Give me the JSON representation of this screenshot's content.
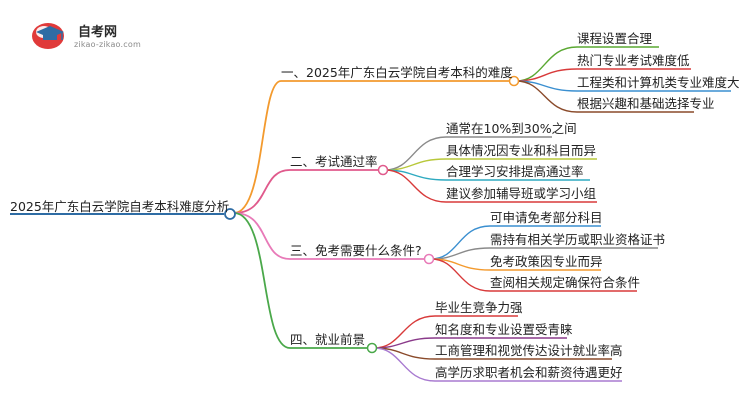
{
  "logo": {
    "name": "自考网",
    "url": "zikao-zikao.com",
    "icon": "graduation-cap-icon"
  },
  "root": {
    "label": "2025年广东白云学院自考本科难度分析",
    "color": "#2e6ca4"
  },
  "branches": [
    {
      "label": "一、2025年广东白云学院自考本科的难度",
      "color": "#f39a2e",
      "children": [
        {
          "label": "课程设置合理",
          "color": "#5aa832"
        },
        {
          "label": "热门专业考试难度低",
          "color": "#d83a3a"
        },
        {
          "label": "工程类和计算机类专业难度大",
          "color": "#3a8fd0"
        },
        {
          "label": "根据兴趣和基础选择专业",
          "color": "#8a4a2a"
        }
      ]
    },
    {
      "label": "二、考试通过率",
      "color": "#e05a8c",
      "children": [
        {
          "label": "通常在10%到30%之间",
          "color": "#8a8a8a"
        },
        {
          "label": "具体情况因专业和科目而异",
          "color": "#b8c83a"
        },
        {
          "label": "合理学习安排提高通过率",
          "color": "#2eaac0"
        },
        {
          "label": "建议参加辅导班或学习小组",
          "color": "#d83a3a"
        }
      ]
    },
    {
      "label": "三、免考需要什么条件?",
      "color": "#e87ab8",
      "children": [
        {
          "label": "可申请免考部分科目",
          "color": "#3a8fd0"
        },
        {
          "label": "需持有相关学历或职业资格证书",
          "color": "#8a8a8a"
        },
        {
          "label": "免考政策因专业而异",
          "color": "#f39a2e"
        },
        {
          "label": "查阅相关规定确保符合条件",
          "color": "#d83a3a"
        }
      ]
    },
    {
      "label": "四、就业前景",
      "color": "#4aa84a",
      "children": [
        {
          "label": "毕业生竞争力强",
          "color": "#d83a3a"
        },
        {
          "label": "知名度和专业设置受青睐",
          "color": "#8a3a8a"
        },
        {
          "label": "工商管理和视觉传达设计就业率高",
          "color": "#8a4a2a"
        },
        {
          "label": "高学历求职者机会和薪资待遇更好",
          "color": "#a87ad0"
        }
      ]
    }
  ]
}
